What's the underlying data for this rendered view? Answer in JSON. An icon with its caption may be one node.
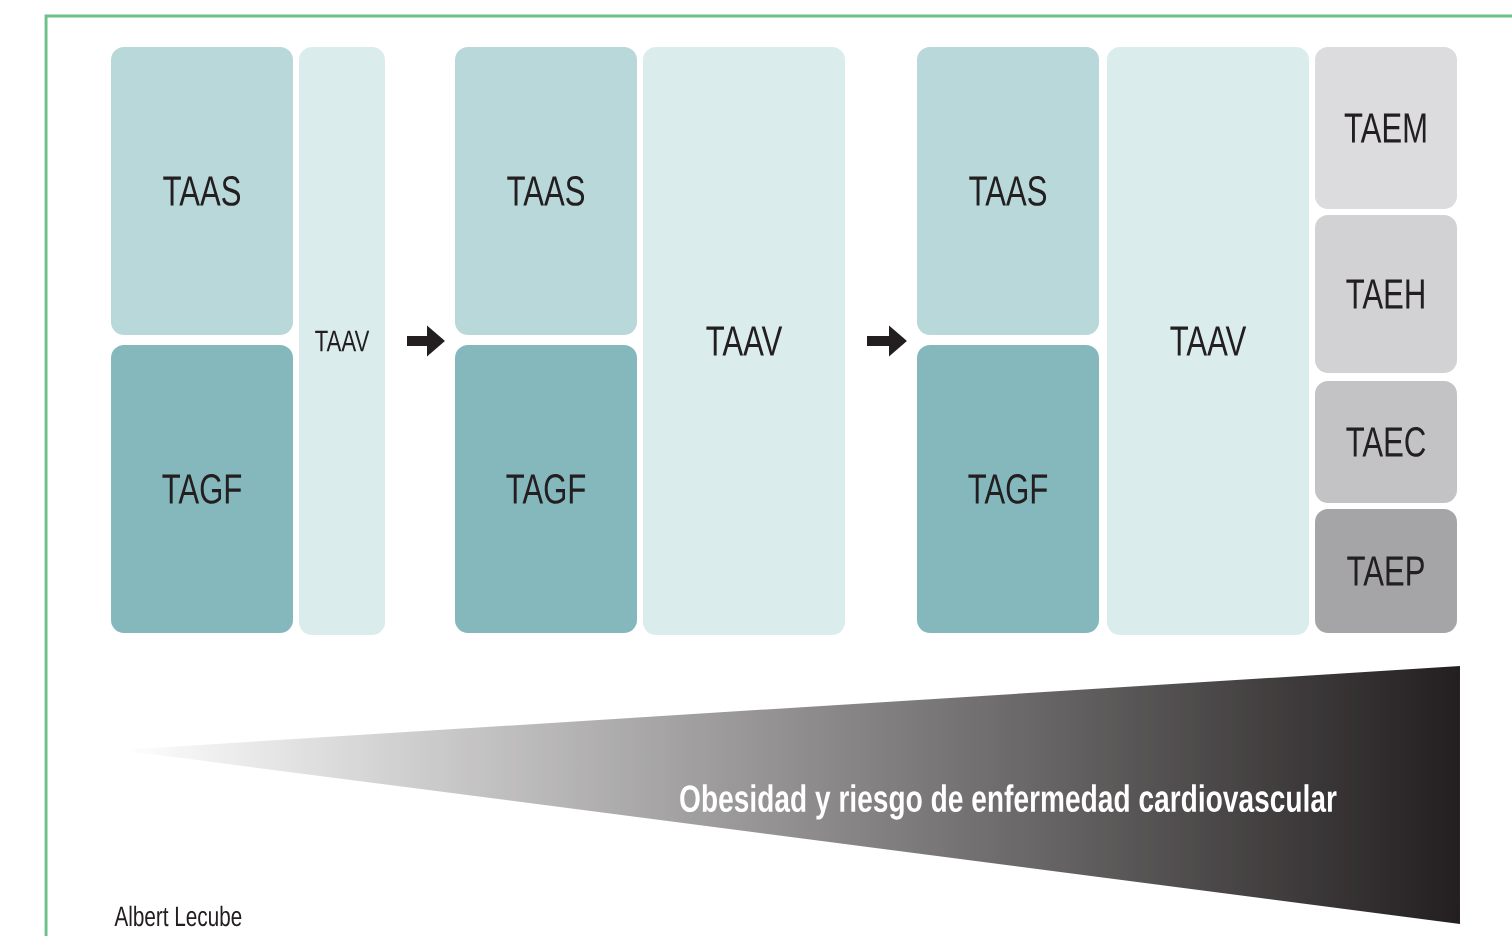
{
  "diagram": {
    "nodes": [
      {
        "text": [
          "TAAS"
        ]
      },
      {
        "text": [
          "TAGF"
        ]
      },
      {
        "text": [
          "TAAV"
        ]
      },
      {
        "text": [
          "TAAS"
        ]
      },
      {
        "text": [
          "TAGF"
        ]
      },
      {
        "text": [
          "TAAV"
        ]
      },
      {
        "text": [
          "TAAS"
        ]
      },
      {
        "text": [
          "TAGF"
        ]
      },
      {
        "text": [
          "TAAV"
        ]
      },
      {
        "text": [
          "TAEM"
        ]
      },
      {
        "text": [
          "TAEH"
        ]
      },
      {
        "text": [
          "TAEC"
        ]
      },
      {
        "text": [
          "TAEP"
        ]
      },
      {
        "text": [
          "Obesidad y riesgo de enfermedad cardiovascular"
        ]
      }
    ],
    "edges": [
      {
        "from": 2,
        "to": 3,
        "arrow": "to"
      },
      {
        "from": 5,
        "to": 6,
        "arrow": "to"
      }
    ],
    "labels": [
      "Albert Lecube"
    ]
  }
}
